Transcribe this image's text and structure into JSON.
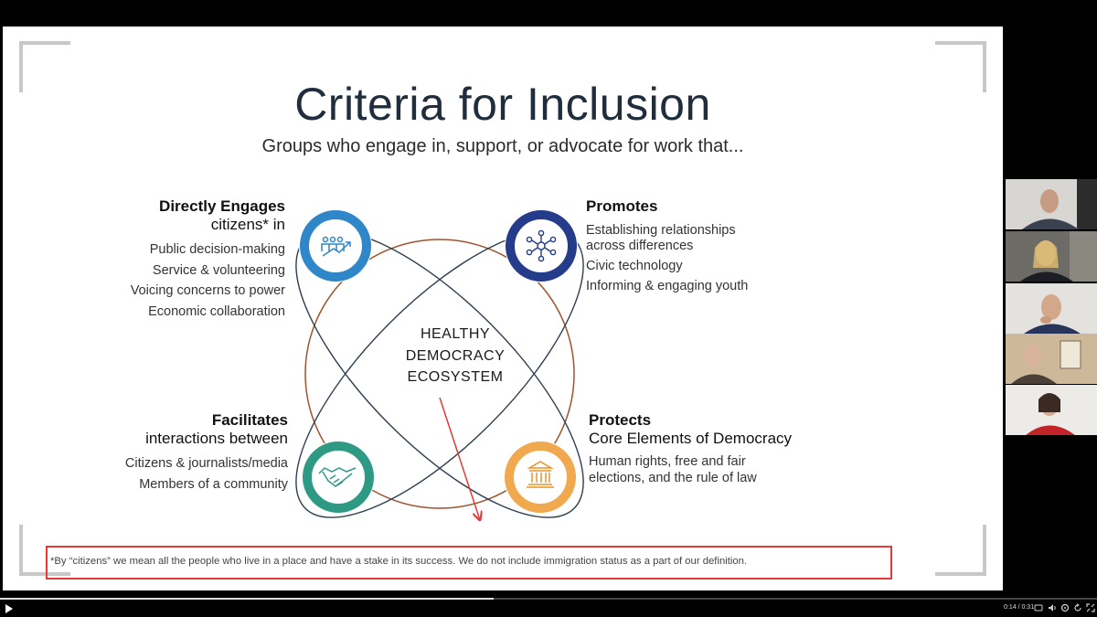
{
  "slide": {
    "title": "Criteria for Inclusion",
    "subtitle": "Groups who engage in, support, or advocate for work that...",
    "center_lines": [
      "HEALTHY",
      "DEMOCRACY",
      "ECOSYSTEM"
    ],
    "blocks": {
      "directly_engages": {
        "heading": "Directly Engages",
        "subheading": "citizens* in",
        "items": [
          "Public decision-making",
          "Service & volunteering",
          "Voicing concerns to power",
          "Economic collaboration"
        ]
      },
      "promotes": {
        "heading": "Promotes",
        "items": [
          "Establishing relationships across differences",
          "Civic technology",
          "Informing & engaging youth"
        ]
      },
      "facilitates": {
        "heading": "Facilitates",
        "subheading": "interactions between",
        "items": [
          "Citizens & journalists/media",
          "Members of a community"
        ]
      },
      "protects": {
        "heading": "Protects",
        "subheading": "Core Elements of Democracy",
        "items": [
          "Human rights, free and fair elections, and the rule of law"
        ]
      }
    },
    "icons": {
      "top_left": "people-growth-icon",
      "top_right": "network-icon",
      "bottom_left": "handshake-icon",
      "bottom_right": "government-building-icon"
    },
    "colors": {
      "top_left": "#2f86c9",
      "top_right": "#243c8a",
      "bottom_left": "#2e9a83",
      "bottom_right": "#f0a94e",
      "outer_circle": "#a0522d",
      "ellipses": "#2c3e50",
      "annotation": "#e53935"
    },
    "footnote": "*By “citizens” we mean all the people who live in a place and have a stake in its success. We do not include immigration status as a part of our definition."
  },
  "player": {
    "time": "0:14 / 0:31",
    "progress": 0.45
  },
  "participants": [
    "participant-1",
    "participant-2",
    "participant-3",
    "participant-4",
    "participant-5"
  ]
}
